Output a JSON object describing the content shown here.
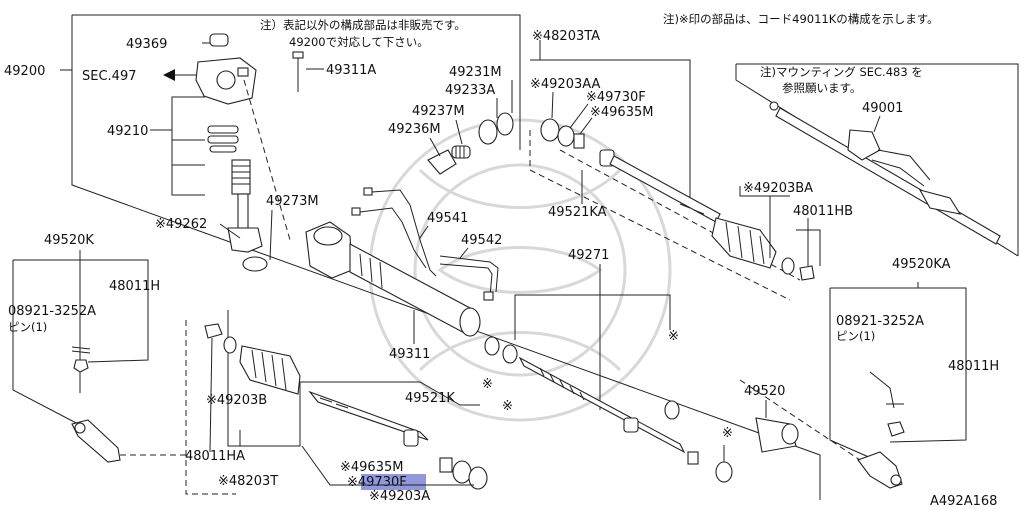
{
  "notes": {
    "top_center_line1": "注）表記以外の構成部品は非販売です。",
    "top_center_line2": "49200で対応して下さい。",
    "top_right": "注)※印の部品は、コード49011Kの構成を示します。",
    "mounting_line1": "注)マウンティング SEC.483 を",
    "mounting_line2": "参照願います。"
  },
  "labels": {
    "p49200": "49200",
    "sec497": "SEC.497",
    "p49369": "49369",
    "p49311A": "49311A",
    "p49210": "49210",
    "p49262": "※49262",
    "p49273M": "49273M",
    "p49231M": "49231M",
    "p49233A": "49233A",
    "p49237M": "49237M",
    "p49236M": "49236M",
    "p49541": "49541",
    "p49542": "49542",
    "p49311": "49311",
    "p48203TA": "※48203TA",
    "p49203AA": "※49203AA",
    "p49730F_top": "※49730F",
    "p49635M_top": "※49635M",
    "p49521KA": "49521KA",
    "p49203BA": "※49203BA",
    "p48011HB": "48011HB",
    "p49001": "49001",
    "p49520KA": "49520KA",
    "p08921_right": "08921-3252A",
    "pin_right": "ピン(1)",
    "p48011H_right": "48011H",
    "p49520K": "49520K",
    "p48011H_left": "48011H",
    "p08921_left": "08921-3252A",
    "pin_left": "ピン(1)",
    "p49271": "49271",
    "p49520": "49520",
    "p49203B": "※49203B",
    "p49521K": "49521K",
    "p48011HA": "48011HA",
    "p48203T": "※48203T",
    "p49635M_bot": "※49635M",
    "p49730F_bot": "※49730F",
    "p49203A": "※49203A",
    "asterisk": "※",
    "diagram_code": "A492A168"
  },
  "colors": {
    "highlight": "#7f86d6",
    "line": "#222222"
  }
}
